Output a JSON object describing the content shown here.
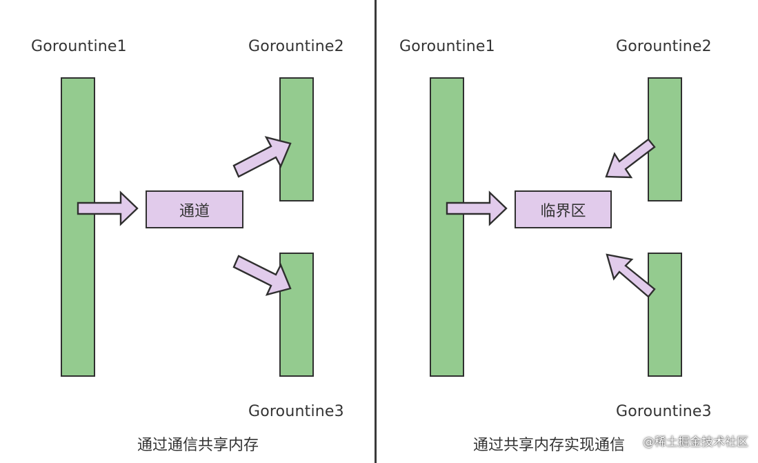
{
  "left_panel": {
    "g1_label": "Gorountine1",
    "g2_label": "Gorountine2",
    "g3_label": "Gorountine3",
    "center_box_label": "通道",
    "caption": "通过通信共享内存"
  },
  "right_panel": {
    "g1_label": "Gorountine1",
    "g2_label": "Gorountine2",
    "g3_label": "Gorountine3",
    "center_box_label": "临界区",
    "caption": "通过共享内存实现通信"
  },
  "watermark": "@稀土掘金技术社区",
  "colors": {
    "goroutine_bar": "#94cb8f",
    "box_and_arrow": "#e1cbeb",
    "outline": "#2f2f2f",
    "divider": "#3a3a3a"
  }
}
